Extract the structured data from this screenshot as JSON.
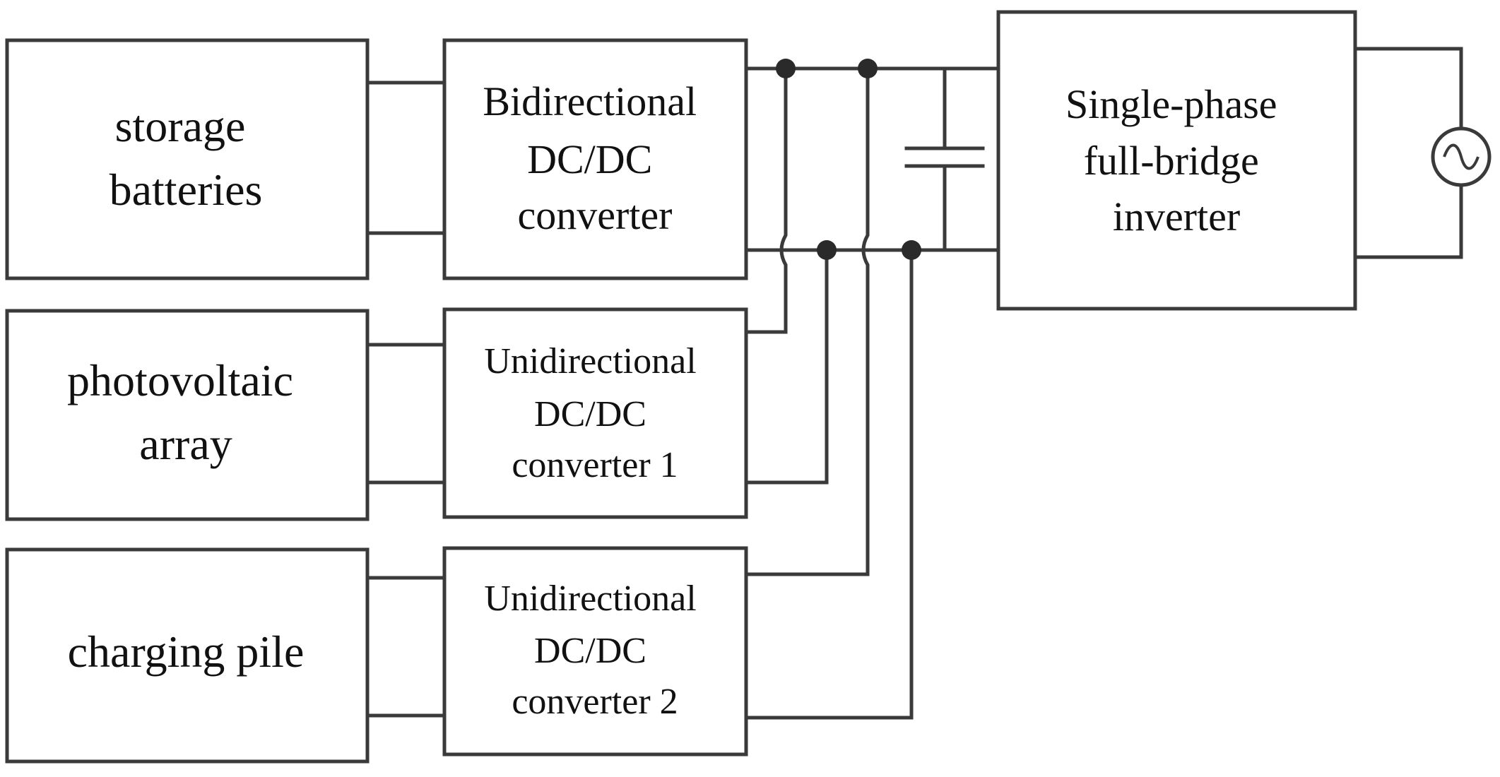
{
  "blocks": {
    "storage_batteries": {
      "lines": [
        "storage",
        "batteries"
      ]
    },
    "photovoltaic_array": {
      "lines": [
        "photovoltaic",
        "array"
      ]
    },
    "charging_pile": {
      "lines": [
        "charging pile"
      ]
    },
    "bidirectional_converter": {
      "lines": [
        "Bidirectional",
        "DC/DC",
        "converter"
      ]
    },
    "unidirectional_converter_1": {
      "lines": [
        "Unidirectional",
        "DC/DC",
        "converter 1"
      ]
    },
    "unidirectional_converter_2": {
      "lines": [
        "Unidirectional",
        "DC/DC",
        "converter 2"
      ]
    },
    "inverter": {
      "lines": [
        "Single-phase",
        "full-bridge",
        "inverter"
      ]
    }
  },
  "symbols": {
    "capacitor": "capacitor-icon",
    "ac_source": "ac-source-icon"
  },
  "colors": {
    "line": "#3a3a3a",
    "text": "#111111"
  }
}
